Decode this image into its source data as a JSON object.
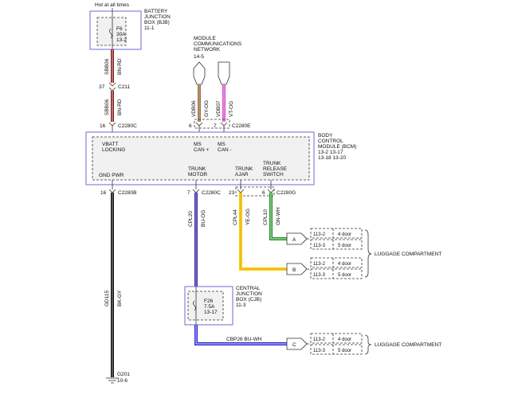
{
  "colors": {
    "bn_rd": "#8b1a1a",
    "gy_og": "#8c7a66",
    "vt_og": "#d94fc8",
    "ye_og": "#f0d400",
    "gn_wh": "#1f8f1f",
    "bu_og": "#2b2bd6",
    "bk_gy": "#111111",
    "bu_wh": "#2b2bd6",
    "box_border": "#6a6ad8"
  },
  "top": {
    "hot_label": "Hot at all times"
  },
  "bjb": {
    "title_1": "BATTERY",
    "title_2": "JUNCTION",
    "title_3": "BOX (BJB)",
    "ref": "11-1",
    "fuse_id": "F6",
    "fuse_rating": "30A",
    "fuse_ref": "13-2"
  },
  "mcn": {
    "title_1": "MODULE",
    "title_2": "COMMUNICATIONS",
    "title_3": "NETWORK",
    "ref": "14-5"
  },
  "wires": {
    "sbb06_upper_circuit": "SBB06",
    "sbb06_upper_color": "BN-RD",
    "sbb06_lower_circuit": "SBB06",
    "sbb06_lower_color": "BN-RD",
    "vdb06_circuit": "VDB06",
    "vdb06_color": "GY-OG",
    "vdb07_circuit": "VDB07",
    "vdb07_color": "VT-OG",
    "cpl20_circuit": "CPL20",
    "cpl20_color": "BU-OG",
    "cpl44_circuit": "CPL44",
    "cpl44_color": "YE-OG",
    "cpl10_circuit": "CPL10",
    "cpl10_color": "GN-WH",
    "gd115_circuit": "GD115",
    "gd115_color": "BK-GY",
    "cbp26_label": "CBP26  BU-WH"
  },
  "connectors": {
    "c211_pin": "37",
    "c211_name": "C211",
    "c2280c_top_pin": "16",
    "c2280c_top_name": "C2280C",
    "c2280e_pin_a": "6",
    "c2280e_pin_b": "7",
    "c2280e_name": "C2280E",
    "c2280b_pin": "16",
    "c2280b_name": "C2280B",
    "c2280c_bot_pin": "7",
    "c2280c_bot_name": "C2280C",
    "c2280g_pin_a": "23",
    "c2280g_pin_b": "6",
    "c2280g_name": "C2280G"
  },
  "bcm": {
    "title_1": "BODY",
    "title_2": "CONTROL",
    "title_3": "MODULE (BCM)",
    "ref_1": "13-2   13-17",
    "ref_2": "13-18  13-20",
    "vbatt_1": "VBATT",
    "vbatt_2": "LOCKING",
    "mscanp_1": "MS",
    "mscanp_2": "CAN +",
    "mscann_1": "MS",
    "mscann_2": "CAN -",
    "gnd_pwr": "GND PWR",
    "trunk_motor_1": "TRUNK",
    "trunk_motor_2": "MOTOR",
    "trunk_ajar_1": "TRUNK",
    "trunk_ajar_2": "AJAR",
    "trunk_release_1": "TRUNK",
    "trunk_release_2": "RELEASE",
    "trunk_release_3": "SWITCH"
  },
  "cjb": {
    "title_1": "CENTRAL",
    "title_2": "JUNCTION",
    "title_3": "BOX (CJB)",
    "ref": "11-3",
    "fuse_id": "F26",
    "fuse_rating": "7.5A",
    "fuse_ref": "13-17"
  },
  "destinations": {
    "a_letter": "A",
    "b_letter": "B",
    "c_letter": "C",
    "a_row1_ref": "113-2",
    "a_row1_text": "4 door",
    "a_row2_ref": "113-3",
    "a_row2_text": "5 door",
    "b_row1_ref": "113-2",
    "b_row1_text": "4 door",
    "b_row2_ref": "113-3",
    "b_row2_text": "5 door",
    "c_row1_ref": "113-2",
    "c_row1_text": "4 door",
    "c_row2_ref": "113-3",
    "c_row2_text": "5 door",
    "luggage_ab": "LUGGAGE COMPARTMENT",
    "luggage_c": "LUGGAGE COMPARTMENT"
  },
  "ground": {
    "name": "G201",
    "ref": "10-6"
  }
}
